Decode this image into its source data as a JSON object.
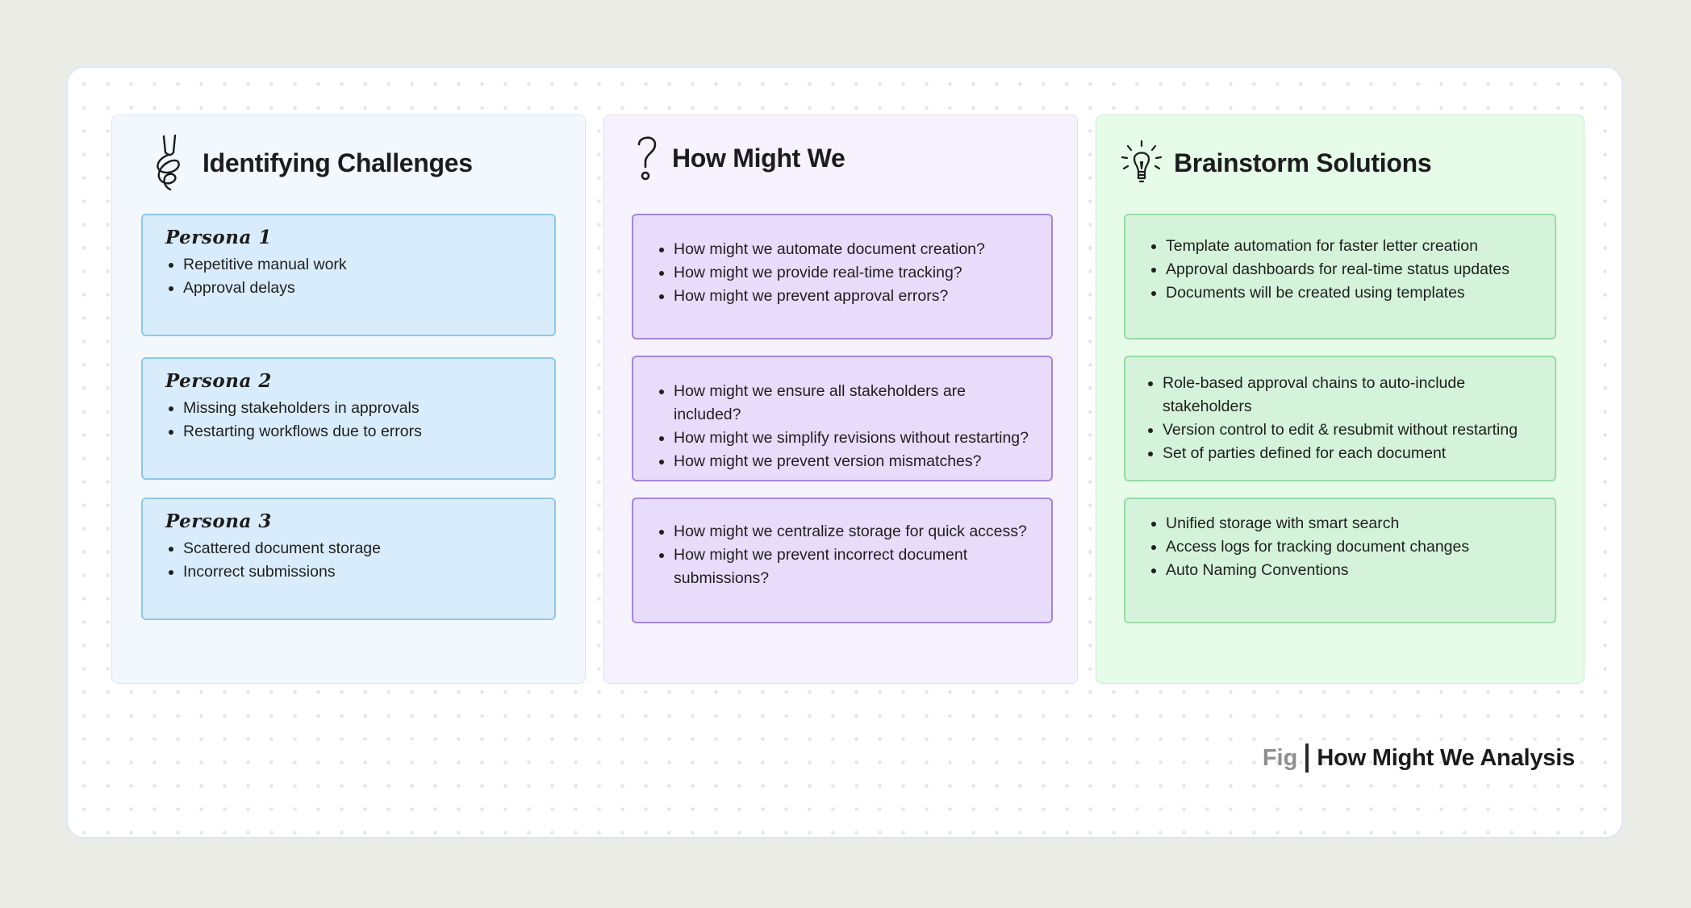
{
  "columns": {
    "challenges": {
      "title": "Identifying Challenges",
      "icon": "hand-drawn-knot-icon",
      "personas": [
        {
          "title": "Persona 1",
          "items": [
            "Repetitive manual work",
            "Approval delays"
          ]
        },
        {
          "title": "Persona 2",
          "items": [
            "Missing stakeholders in approvals",
            "Restarting workflows due to errors"
          ]
        },
        {
          "title": "Persona 3",
          "items": [
            "Scattered document storage",
            "Incorrect submissions"
          ]
        }
      ]
    },
    "hmw": {
      "title": "How Might We",
      "icon": "question-mark-icon",
      "cards": [
        {
          "items": [
            "How might we automate document creation?",
            "How might we provide real-time tracking?",
            "How might we prevent approval errors?"
          ]
        },
        {
          "items": [
            "How might we ensure all stakeholders are included?",
            "How might we simplify revisions without restarting?",
            "How might we prevent version mismatches?"
          ]
        },
        {
          "items": [
            "How might we centralize storage for quick access?",
            "How might we prevent incorrect document submissions?"
          ]
        }
      ]
    },
    "solutions": {
      "title": "Brainstorm Solutions",
      "icon": "lightbulb-icon",
      "cards": [
        {
          "items": [
            "Template automation for faster letter creation",
            "Approval dashboards for real-time status updates",
            "Documents will be created using templates"
          ]
        },
        {
          "items": [
            "Role-based approval chains to auto-include stakeholders",
            "Version control to edit & resubmit without restarting",
            "Set of parties defined for each document"
          ]
        },
        {
          "items": [
            "Unified storage with smart search",
            "Access logs for tracking document changes",
            "Auto Naming Conventions"
          ]
        }
      ]
    }
  },
  "caption": {
    "prefix": "Fig",
    "title": "How Might We Analysis"
  },
  "colors": {
    "page_bg": "#ecece7",
    "challenges_bg": "#f2f8fe",
    "hmw_bg": "#f7f3fe",
    "solutions_bg": "#e6fbe8",
    "blue_card": "#d8ecfb",
    "purple_card": "#e8dcfb",
    "green_card": "#d4f3da"
  }
}
